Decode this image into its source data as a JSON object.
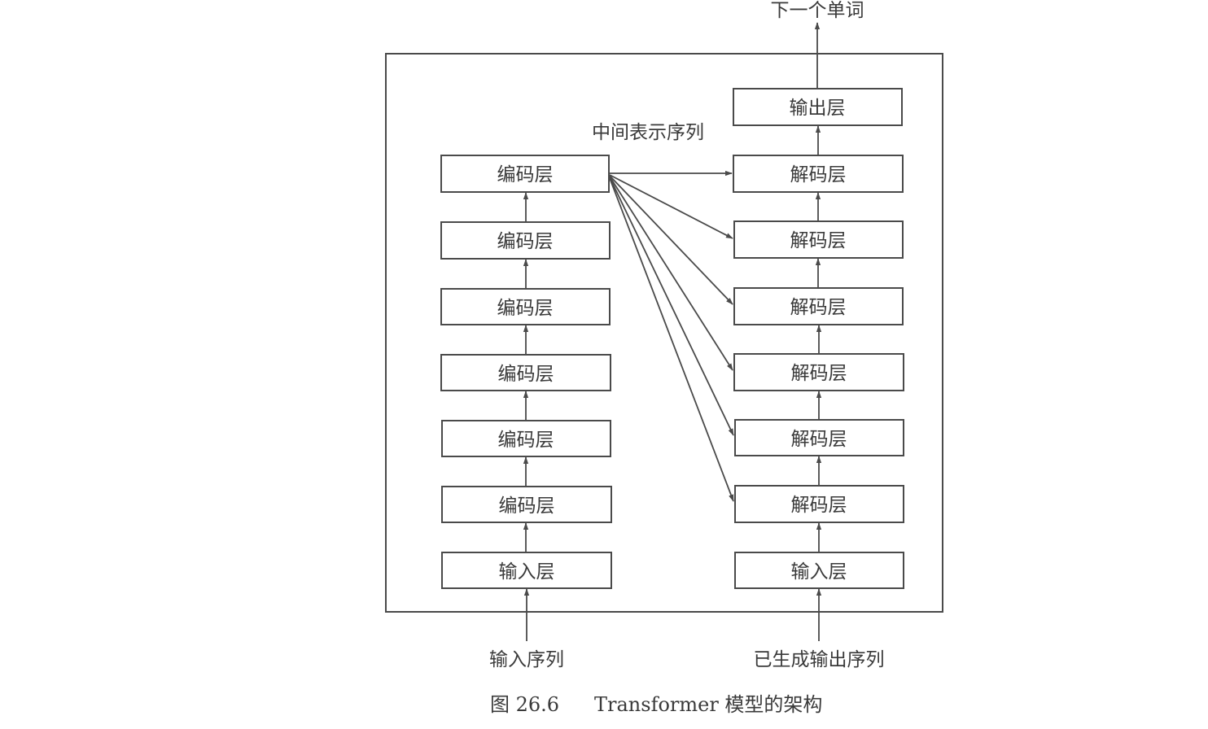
{
  "output_label": "下一个单词",
  "intermediate_label": "中间表示序列",
  "encoder": {
    "layers": [
      {
        "label": "编码层"
      },
      {
        "label": "编码层"
      },
      {
        "label": "编码层"
      },
      {
        "label": "编码层"
      },
      {
        "label": "编码层"
      },
      {
        "label": "编码层"
      }
    ],
    "input_layer": "输入层",
    "input_sequence": "输入序列"
  },
  "decoder": {
    "output_layer": "输出层",
    "layers": [
      {
        "label": "解码层"
      },
      {
        "label": "解码层"
      },
      {
        "label": "解码层"
      },
      {
        "label": "解码层"
      },
      {
        "label": "解码层"
      },
      {
        "label": "解码层"
      }
    ],
    "input_layer": "输入层",
    "input_sequence": "已生成输出序列"
  },
  "caption": {
    "number": "图 26.6",
    "title": "Transformer 模型的架构"
  }
}
